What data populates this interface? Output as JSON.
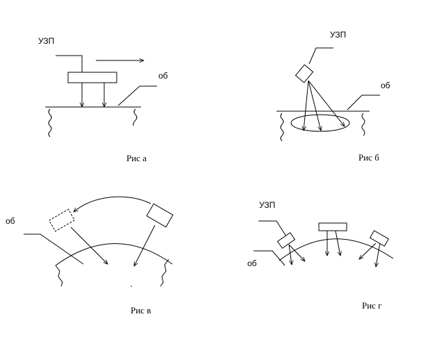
{
  "labels": {
    "probe": "УЗП",
    "object": "об"
  },
  "captions": {
    "a": "Рис а",
    "b": "Рис б",
    "v": "Рис в",
    "g": "Рис г"
  }
}
